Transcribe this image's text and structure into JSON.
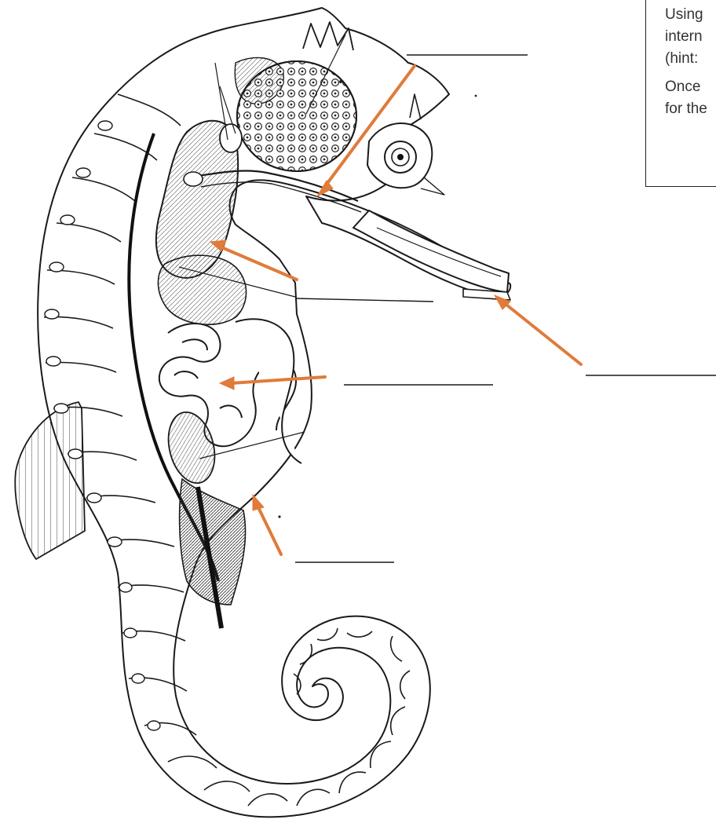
{
  "diagram": {
    "subject": "seahorse-internal-anatomy",
    "label_blanks": 6,
    "arrow_color": "#E07B3A",
    "ink_color": "#1a1a1a"
  },
  "instructions": {
    "line1": "Using",
    "line2": "intern",
    "line3": "(hint:",
    "line4": "Once",
    "line5": "for the"
  }
}
